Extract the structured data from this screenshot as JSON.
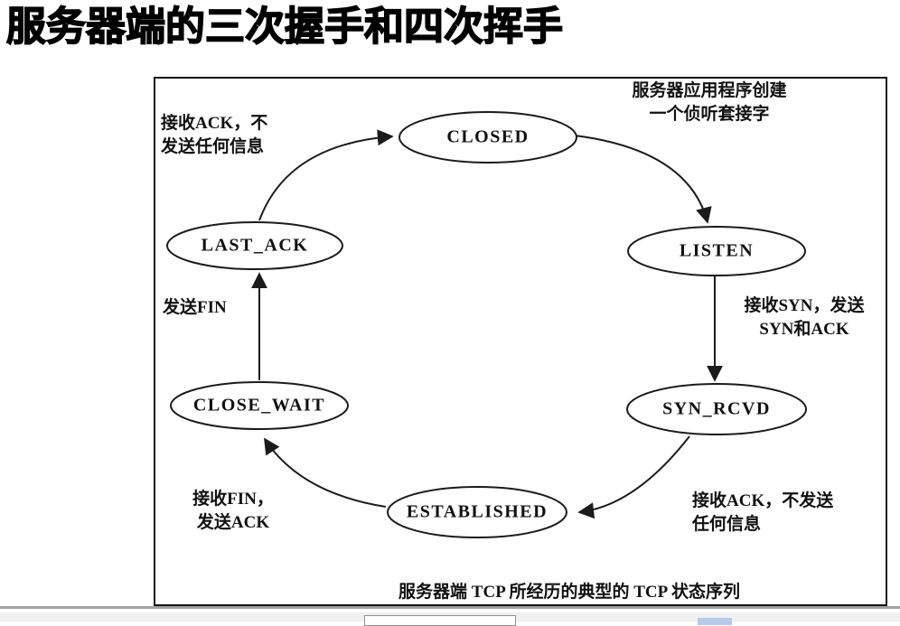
{
  "title": "服务器端的三次握手和四次挥手",
  "diagram": {
    "states": [
      {
        "id": "closed",
        "label": "CLOSED"
      },
      {
        "id": "listen",
        "label": "LISTEN"
      },
      {
        "id": "syn_rcvd",
        "label": "SYN_RCVD"
      },
      {
        "id": "established",
        "label": "ESTABLISHED"
      },
      {
        "id": "close_wait",
        "label": "CLOSE_WAIT"
      },
      {
        "id": "last_ack",
        "label": "LAST_ACK"
      }
    ],
    "annotations": {
      "recv_ack_top_line1": "接收ACK，不",
      "recv_ack_top_line2": "发送任何信息",
      "create_socket_line1": "服务器应用程序创建",
      "create_socket_line2": "一个侦听套接字",
      "recv_syn_line1": "接收SYN，发送",
      "recv_syn_line2": "SYN和ACK",
      "recv_ack_bottom_line1": "接收ACK，不发送",
      "recv_ack_bottom_line2": "任何信息",
      "recv_fin_line1": "接收FIN，",
      "recv_fin_line2": "发送ACK",
      "send_fin": "发送FIN"
    },
    "caption": "服务器端 TCP 所经历的典型的 TCP 状态序列"
  },
  "colors": {
    "ink": "#1b1b1b",
    "toolbar_bg": "#f0f0f0",
    "toolbar_accent": "#b6cbe9"
  }
}
